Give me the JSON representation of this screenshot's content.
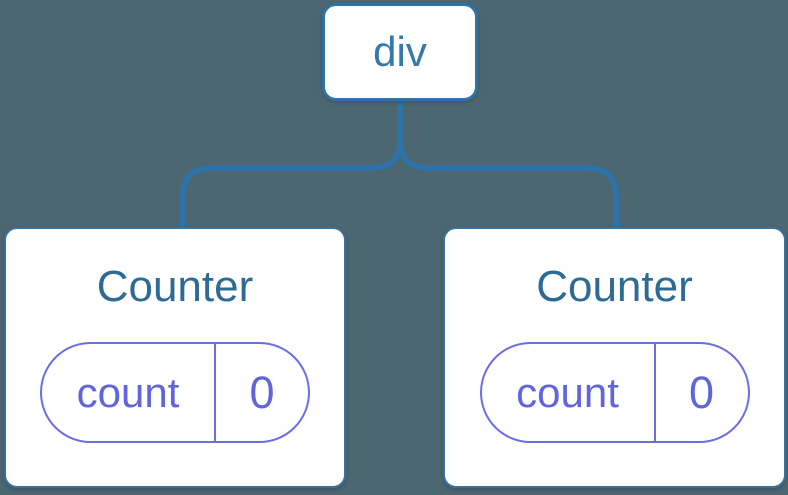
{
  "diagram": {
    "description": "React component tree diagram: a div root element with two Counter children, each holding count state",
    "colors": {
      "background": "#4c6772",
      "connector_line": "#2d73a7",
      "node_background": "#ffffff",
      "root_node_border": "#2d73a7",
      "root_label_text": "#3578ab",
      "card_border": "#38739f",
      "component_title_text": "#2e6b94",
      "state_pill_accent": "#6b6fe2"
    },
    "tree": {
      "root": {
        "label": "div"
      },
      "children": [
        {
          "title": "Counter",
          "state": {
            "name": "count",
            "value": "0"
          }
        },
        {
          "title": "Counter",
          "state": {
            "name": "count",
            "value": "0"
          }
        }
      ]
    }
  }
}
